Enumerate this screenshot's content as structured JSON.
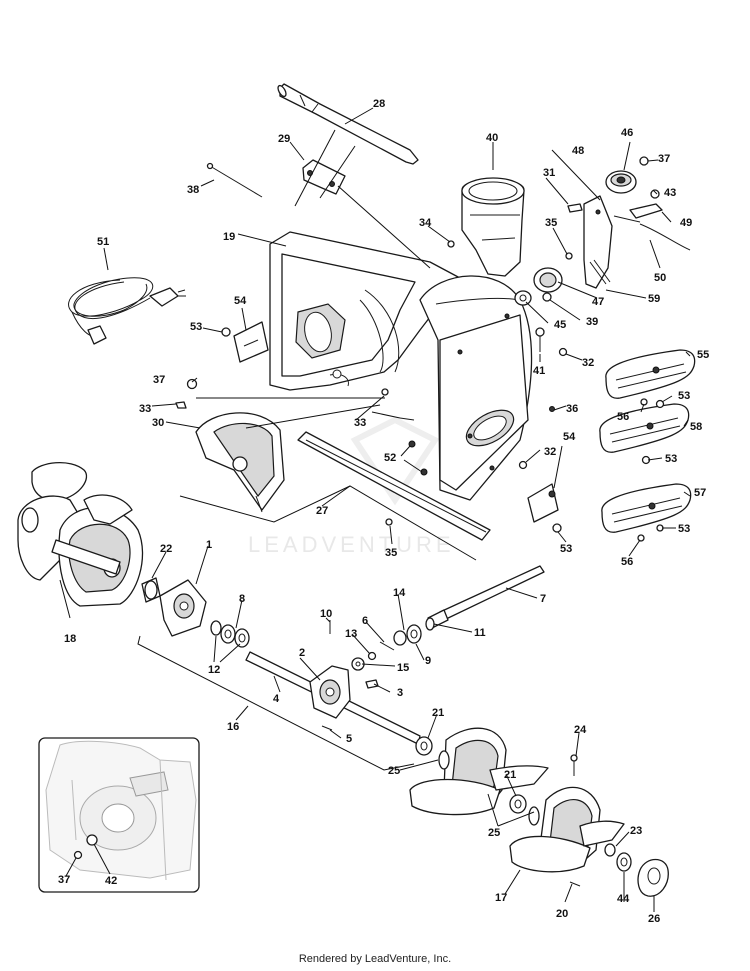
{
  "diagram": {
    "callouts": [
      "1",
      "2",
      "3",
      "4",
      "5",
      "6",
      "7",
      "8",
      "9",
      "10",
      "11",
      "12",
      "13",
      "14",
      "15",
      "16",
      "17",
      "18",
      "19",
      "20",
      "21",
      "21",
      "22",
      "23",
      "24",
      "25",
      "25",
      "26",
      "27",
      "28",
      "29",
      "30",
      "31",
      "32",
      "32",
      "33",
      "33",
      "34",
      "35",
      "35",
      "36",
      "37",
      "37",
      "37",
      "38",
      "39",
      "40",
      "41",
      "42",
      "43",
      "44",
      "45",
      "46",
      "47",
      "48",
      "49",
      "50",
      "51",
      "52",
      "53",
      "53",
      "53",
      "53",
      "53",
      "54",
      "54",
      "55",
      "56",
      "56",
      "57",
      "58",
      "59"
    ],
    "watermark": "LEADVENTURE"
  },
  "footer": {
    "text": "Rendered by LeadVenture, Inc."
  }
}
